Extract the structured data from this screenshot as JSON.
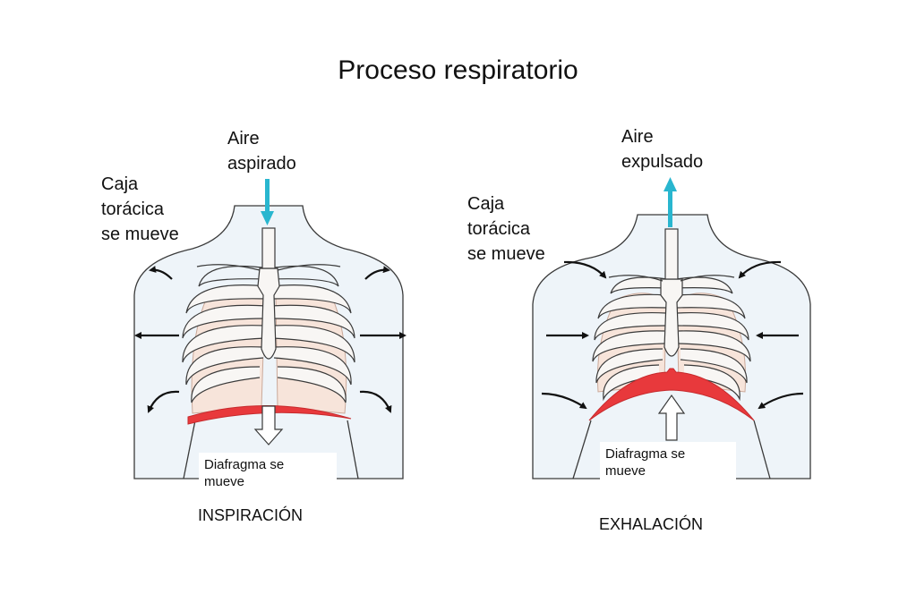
{
  "title": "Proceso respiratorio",
  "inspiration": {
    "air_label": [
      "Aire",
      "aspirado"
    ],
    "ribcage_label": [
      "Caja",
      "torácica",
      "se mueve"
    ],
    "diaphragm_label": [
      "Diafragma se",
      "mueve"
    ],
    "caption": "INSPIRACIÓN"
  },
  "exhalation": {
    "air_label": [
      "Aire",
      "expulsado"
    ],
    "ribcage_label": [
      "Caja",
      "torácica",
      "se mueve"
    ],
    "diaphragm_label": [
      "Diafragma se",
      "mueve"
    ],
    "caption": "EXHALACIÓN"
  },
  "colors": {
    "skin": "#eef4f9",
    "bone": "#f8f6f4",
    "lung": "#f7e4da",
    "diaphragm": "#e8393c",
    "air_arrow": "#29b6cf",
    "outline": "#3a3a3a"
  }
}
